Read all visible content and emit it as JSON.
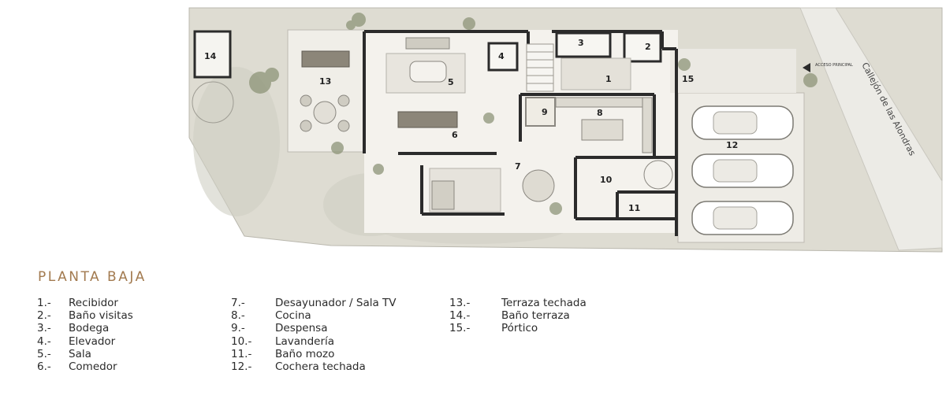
{
  "plan": {
    "title": "PLANTA BAJA",
    "street_label": "Callejón de las Alondras",
    "access_label": "ACCESO PRINCIPAL",
    "room_numbers": [
      "1",
      "2",
      "3",
      "4",
      "5",
      "6",
      "7",
      "8",
      "9",
      "10",
      "11",
      "12",
      "13",
      "14",
      "15"
    ],
    "legend": [
      [
        {
          "num": "1.-",
          "label": "Recibidor"
        },
        {
          "num": "2.-",
          "label": "Baño visitas"
        },
        {
          "num": "3.-",
          "label": "Bodega"
        },
        {
          "num": "4.-",
          "label": "Elevador"
        },
        {
          "num": "5.-",
          "label": "Sala"
        },
        {
          "num": "6.-",
          "label": "Comedor"
        }
      ],
      [
        {
          "num": "7.-",
          "label": "Desayunador / Sala TV"
        },
        {
          "num": "8.-",
          "label": "Cocina"
        },
        {
          "num": "9.-",
          "label": "Despensa"
        },
        {
          "num": "10.-",
          "label": "Lavandería"
        },
        {
          "num": "11.-",
          "label": "Baño mozo"
        },
        {
          "num": "12.-",
          "label": "Cochera techada"
        }
      ],
      [
        {
          "num": "13.-",
          "label": "Terraza techada"
        },
        {
          "num": "14.-",
          "label": "Baño terraza"
        },
        {
          "num": "15.-",
          "label": "Pórtico"
        }
      ]
    ],
    "colors": {
      "wall": "#2b2b2b",
      "floor": "#f3f1ec",
      "garden": "#d9d8cf",
      "plant": "#8d9478",
      "accent": "#a27a4f"
    }
  }
}
